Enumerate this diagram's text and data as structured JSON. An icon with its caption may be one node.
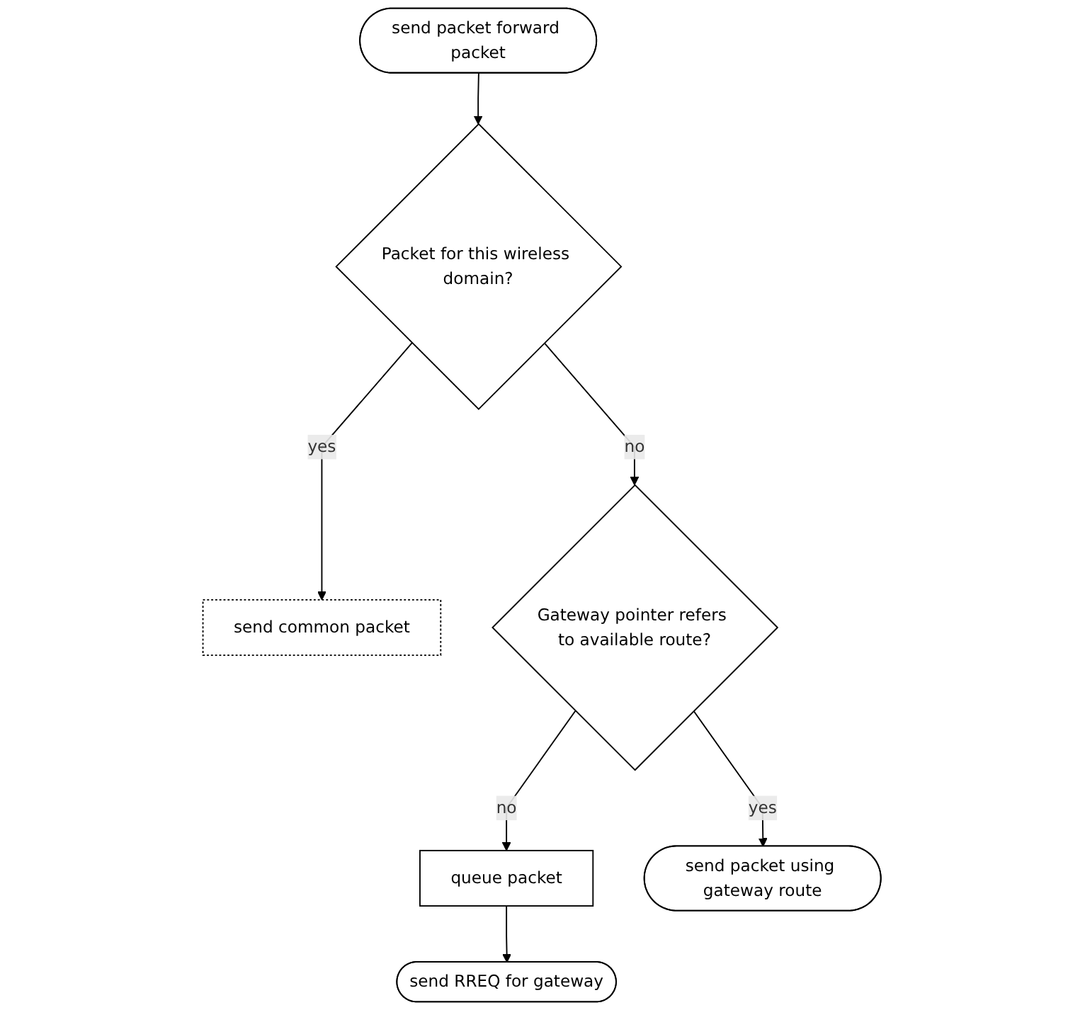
{
  "diagram": {
    "nodes": [
      {
        "text": [
          "send packet forward packet"
        ]
      },
      {
        "text": [
          "Packet for this wireless domain?"
        ]
      },
      {
        "text": [
          "send common packet"
        ]
      },
      {
        "text": [
          "Gateway pointer refers to available route?"
        ]
      },
      {
        "text": [
          "queue packet"
        ]
      },
      {
        "text": [
          "send RREQ for gateway"
        ]
      },
      {
        "text": [
          "send packet using gateway route"
        ]
      }
    ],
    "edges": [
      {
        "from": 0,
        "to": 1,
        "arrow": "to"
      },
      {
        "from": 1,
        "to": 2,
        "arrow": "to",
        "label": "yes"
      },
      {
        "from": 1,
        "to": 3,
        "arrow": "to",
        "label": "no"
      },
      {
        "from": 3,
        "to": 4,
        "arrow": "to",
        "label": "no"
      },
      {
        "from": 4,
        "to": 5,
        "arrow": "to"
      },
      {
        "from": 3,
        "to": 6,
        "arrow": "to",
        "label": "yes"
      }
    ]
  }
}
